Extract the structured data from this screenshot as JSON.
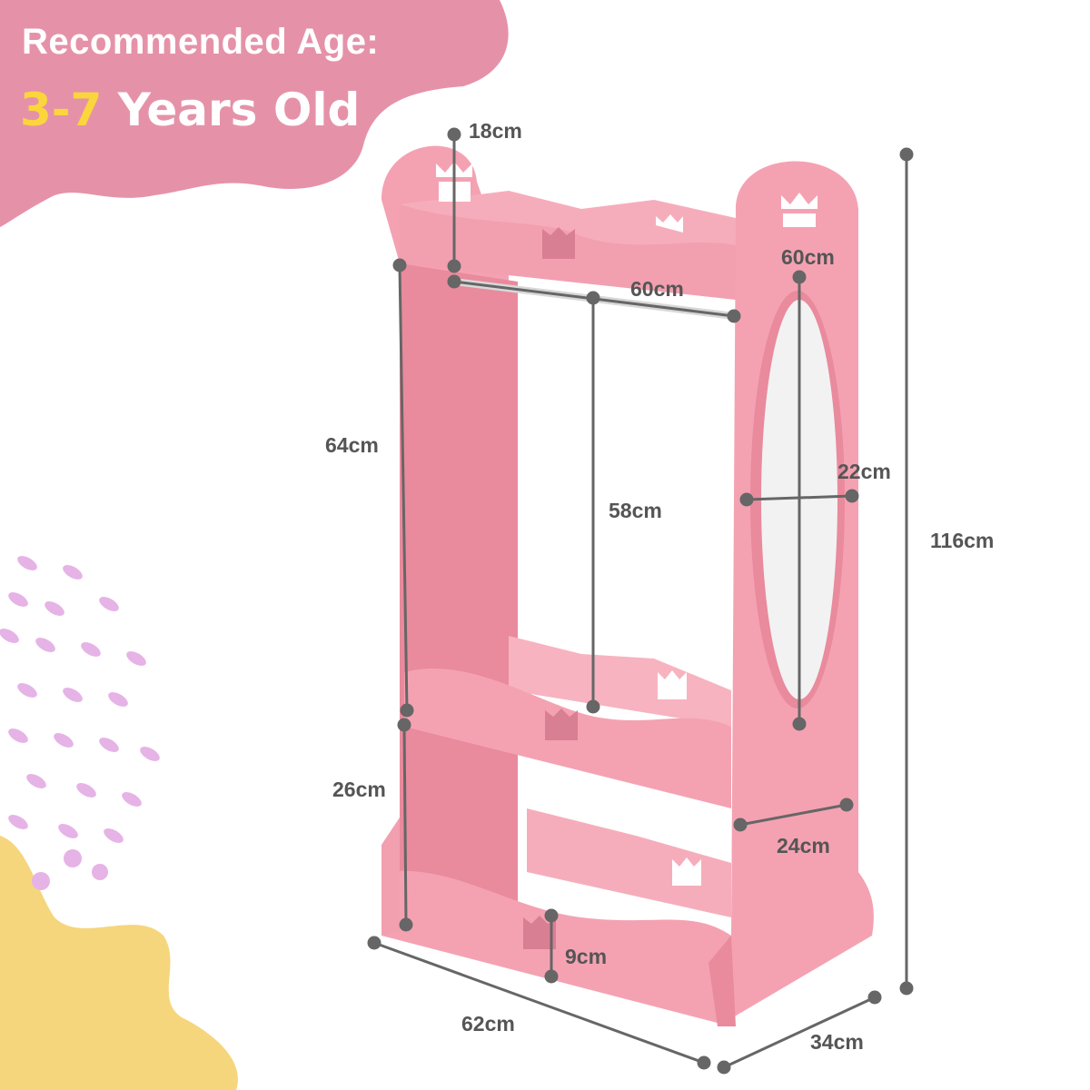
{
  "header": {
    "line1": "Recommended Age:",
    "age_range": "3-7",
    "age_suffix": " Years Old"
  },
  "dimensions": {
    "top_height": "18cm",
    "mirror_height": "60cm",
    "rod_width": "60cm",
    "side_height": "64cm",
    "hang_height": "58cm",
    "mirror_width": "22cm",
    "total_height": "116cm",
    "lower_height": "26cm",
    "shelf_depth": "24cm",
    "bin_height": "9cm",
    "total_width": "62cm",
    "total_depth": "34cm"
  },
  "colors": {
    "cloud": "#e592a9",
    "furniture": "#f4a2b2",
    "furniture_dark": "#e98a9d",
    "yellow_blob": "#f6d67c",
    "dots": "#e6b3e6",
    "dimension_line": "#666666"
  }
}
